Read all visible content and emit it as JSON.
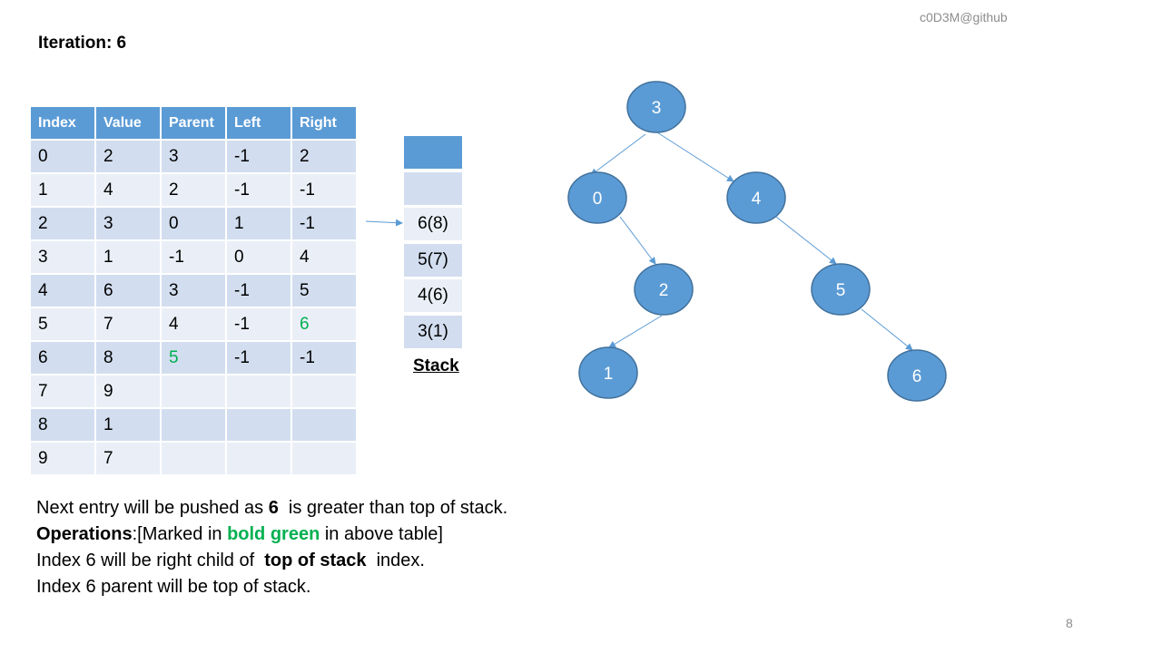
{
  "credit": "c0D3M@github",
  "iteration_label": "Iteration: 6",
  "table": {
    "headers": [
      "Index",
      "Value",
      "Parent",
      "Left",
      "Right"
    ],
    "rows": [
      [
        "0",
        "2",
        "3",
        "-1",
        "2"
      ],
      [
        "1",
        "4",
        "2",
        "-1",
        "-1"
      ],
      [
        "2",
        "3",
        "0",
        "1",
        "-1"
      ],
      [
        "3",
        "1",
        "-1",
        "0",
        "4"
      ],
      [
        "4",
        "6",
        "3",
        "-1",
        "5"
      ],
      [
        "5",
        "7",
        "4",
        "-1",
        "6"
      ],
      [
        "6",
        "8",
        "5",
        "-1",
        "-1"
      ],
      [
        "7",
        "9",
        "",
        "",
        ""
      ],
      [
        "8",
        "1",
        "",
        "",
        ""
      ],
      [
        "9",
        "7",
        "",
        "",
        ""
      ]
    ],
    "highlight_color": "#00b050",
    "header_color": "#5b9bd5"
  },
  "stack": {
    "cells": [
      "",
      "",
      "6(8)",
      "5(7)",
      "4(6)",
      "3(1)"
    ],
    "label": "Stack"
  },
  "tree": {
    "node_color": "#5b9bd5",
    "nodes": [
      "3",
      "0",
      "4",
      "2",
      "5",
      "1",
      "6"
    ]
  },
  "text": {
    "line1_a": "Next entry will be pushed as ",
    "line1_b": "6",
    "line1_c": "  is greater than top of stack.",
    "line2_a": "Operations",
    "line2_b": ":[Marked in ",
    "line2_c": "bold green",
    "line2_d": " in above table]",
    "line3_a": "Index 6 will be right child of  ",
    "line3_b": "top of stack",
    "line3_c": "  index.",
    "line4": "Index 6 parent will be top of stack."
  },
  "page_number": "8"
}
